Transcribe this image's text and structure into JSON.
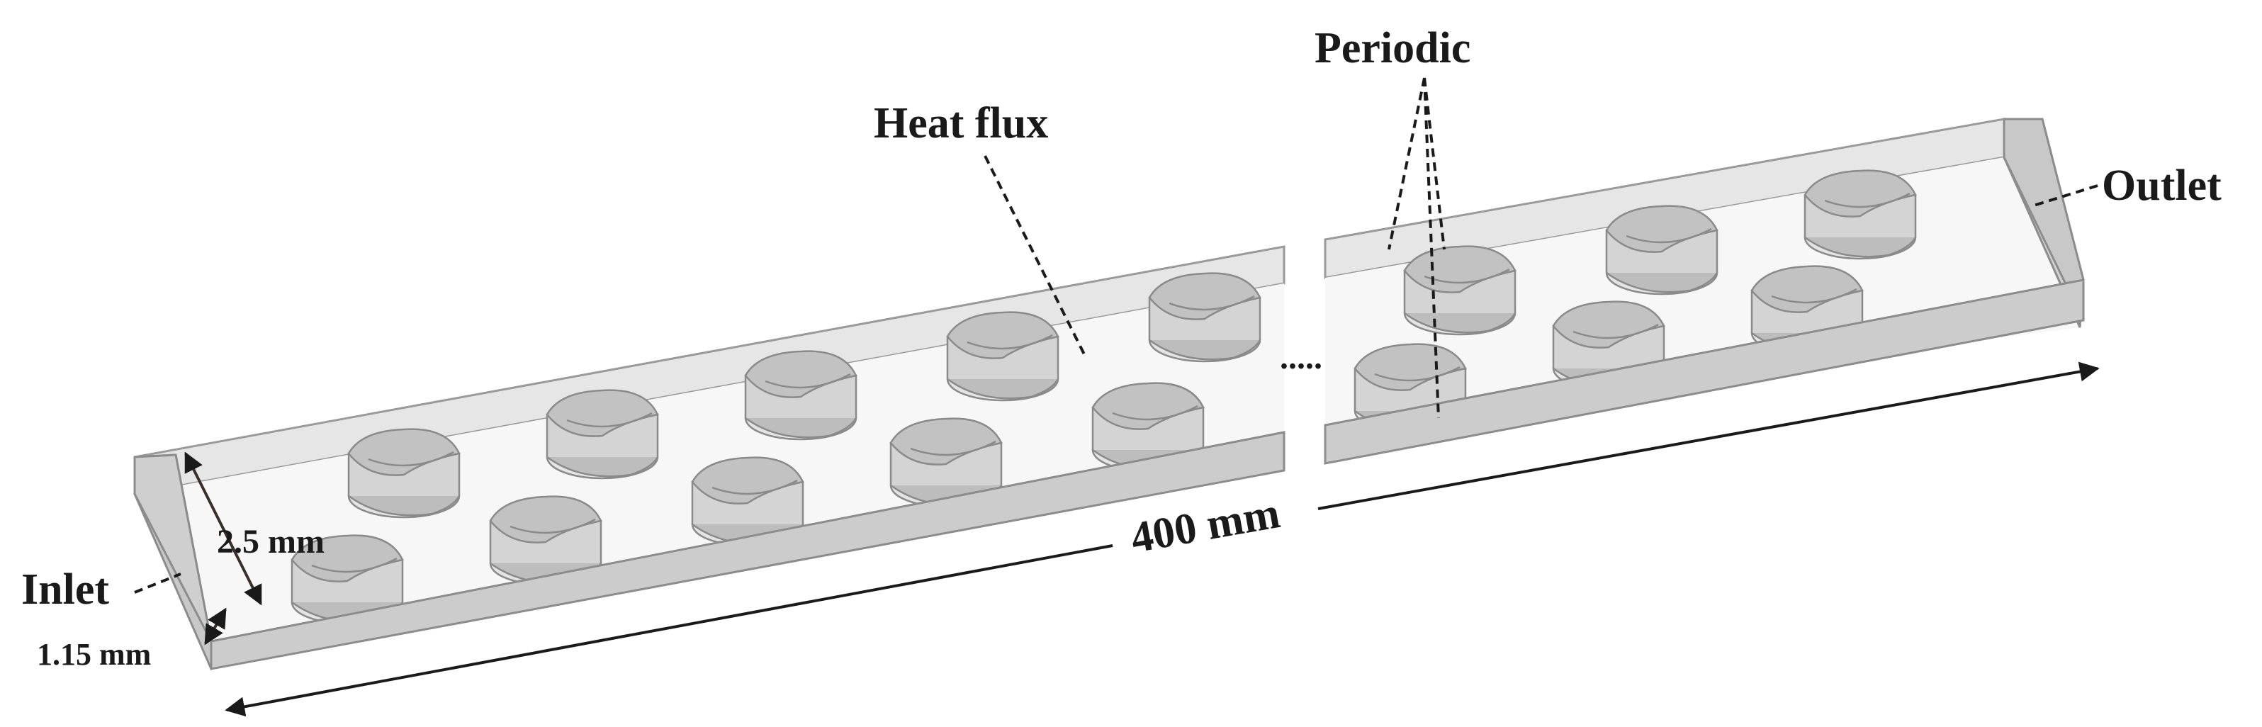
{
  "labels": {
    "periodic": "Periodic",
    "heat_flux": "Heat flux",
    "outlet": "Outlet",
    "inlet": "Inlet",
    "height": "2.5 mm",
    "depth": "1.15 mm",
    "length": "400 mm",
    "ellipsis": "....."
  },
  "colors": {
    "wall_fill": "#d0d0d0",
    "wall_fill_dark": "#b4b4b4",
    "fin_fill": "#c6c6c6",
    "fin_stroke": "#8a8a8a",
    "line": "#1a1a1a"
  }
}
